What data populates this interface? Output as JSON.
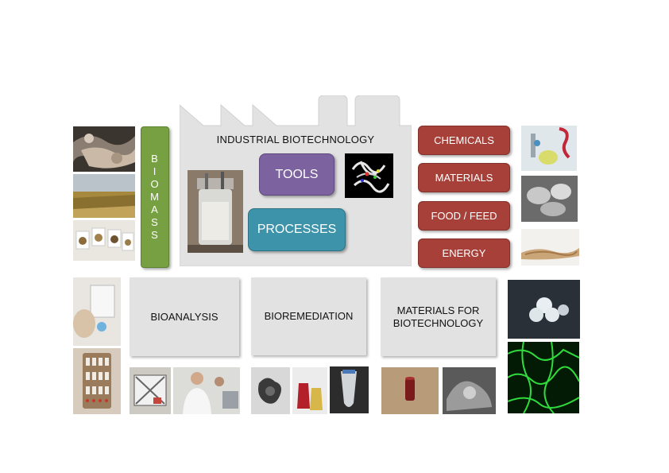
{
  "factory": {
    "title": "INDUSTRIAL BIOTECHNOLOGY"
  },
  "biomass": {
    "letters": [
      "B",
      "I",
      "O",
      "M",
      "A",
      "S",
      "S"
    ]
  },
  "tools": {
    "label": "TOOLS"
  },
  "processes": {
    "label": "PROCESSES"
  },
  "outputs": [
    "CHEMICALS",
    "MATERIALS",
    "FOOD / FEED",
    "ENERGY"
  ],
  "areas": {
    "bioanalysis": "BIOANALYSIS",
    "bioremediation": "BIOREMEDIATION",
    "materials_line1": "MATERIALS FOR",
    "materials_line2": "BIOTECHNOLOGY"
  },
  "colors": {
    "biomass": "#77a043",
    "tools": "#7d62a0",
    "processes": "#3d93a9",
    "outputs": "#a8403a",
    "panels": "#e2e2e2"
  }
}
